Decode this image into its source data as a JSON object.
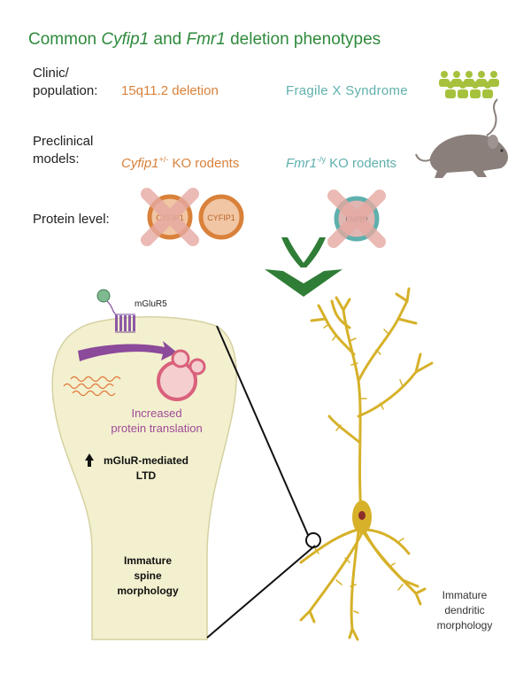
{
  "title": {
    "prefix": "Common ",
    "gene1": "Cyfip1",
    "and": " and ",
    "gene2": "Fmr1",
    "suffix": " deletion phenotypes"
  },
  "rows": {
    "clinic_label_1": "Clinic/",
    "clinic_label_2": "population:",
    "deletion": "15q11.2 deletion",
    "fragile_x": "Fragile X Syndrome",
    "preclinical_label_1": "Preclinical",
    "preclinical_label_2": "models:",
    "cyfip_gene": "Cyfip1",
    "cyfip_sup": "+/-",
    "cyfip_rodents": " KO rodents",
    "fmr_gene": "Fmr1",
    "fmr_sup": "-/y",
    "fmr_rodents": " KO rodents",
    "protein_label": "Protein level:"
  },
  "proteins": {
    "cyfip1_deleted": "CYFIP1",
    "cyfip1_present": "CYFIP1",
    "fmrp_deleted": "FMRP"
  },
  "spine": {
    "receptor": "mGluR5",
    "translation_1": "Increased",
    "translation_2": "protein translation",
    "ltd_1": "mGluR-mediated",
    "ltd_2": "LTD",
    "morph_1": "Immature",
    "morph_2": "spine",
    "morph_3": "morphology"
  },
  "neuron": {
    "label_1": "Immature",
    "label_2": "dendritic",
    "label_3": "morphology"
  },
  "colors": {
    "title_green": "#2f8a3c",
    "orange": "#d9813a",
    "teal": "#5fb0ad",
    "people_green": "#a6c23d",
    "arrow_green": "#2f7d36",
    "spine_fill": "#f3f0cf",
    "neuron": "#d6b129",
    "purple": "#a04a97",
    "mouse": "#8a7f7b"
  }
}
